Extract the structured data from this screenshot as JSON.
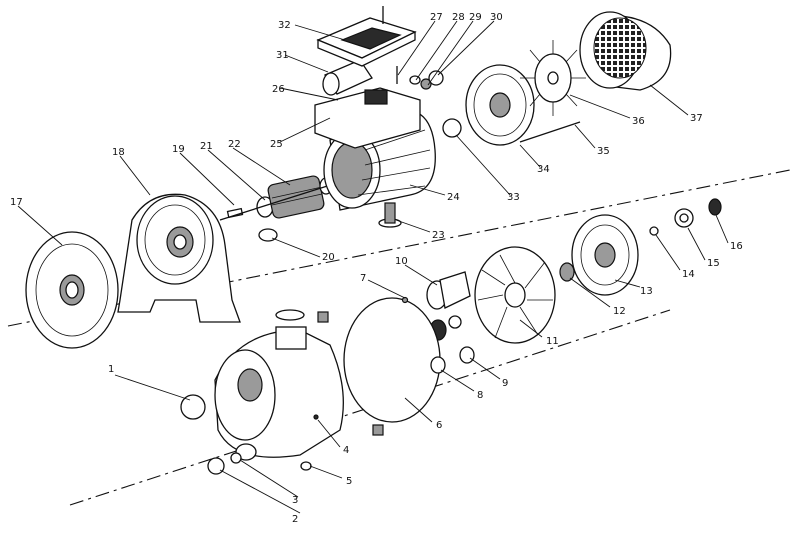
{
  "diagram": {
    "type": "exploded-view",
    "labels": [
      "1",
      "2",
      "3",
      "4",
      "5",
      "6",
      "7",
      "8",
      "9",
      "10",
      "11",
      "12",
      "13",
      "14",
      "15",
      "16",
      "17",
      "18",
      "19",
      "20",
      "21",
      "22",
      "23",
      "24",
      "25",
      "26",
      "27",
      "28",
      "29",
      "30",
      "31",
      "32",
      "33",
      "34",
      "35",
      "36",
      "37"
    ]
  }
}
